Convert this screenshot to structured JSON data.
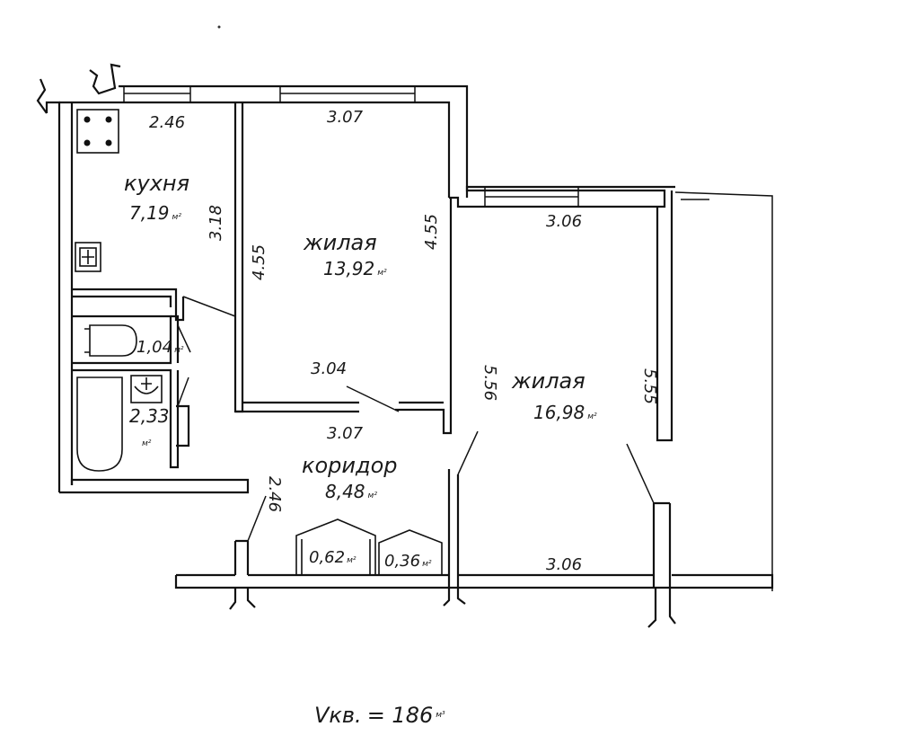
{
  "rooms": {
    "kitchen": {
      "name": "кухня",
      "area": "7,19",
      "unit": "м²"
    },
    "living1": {
      "name": "жилая",
      "area": "13,92",
      "unit": "м²"
    },
    "living2": {
      "name": "жилая",
      "area": "16,98",
      "unit": "м²"
    },
    "corridor": {
      "name": "коридор",
      "area": "8,48",
      "unit": "м²"
    },
    "toilet": {
      "area": "1,04",
      "unit": "м²"
    },
    "bathroom": {
      "area": "2,33",
      "unit": "м²"
    },
    "closet1": {
      "area": "0,62",
      "unit": "м²"
    },
    "closet2": {
      "area": "0,36",
      "unit": "м²"
    }
  },
  "dimensions": {
    "kitchen_width": "2.46",
    "kitchen_depth": "3.18",
    "living1_width_top": "3.07",
    "living1_height_left": "4.55",
    "living1_height_right": "4.55",
    "living1_inner": "3.04",
    "living1_width_bottom": "3.07",
    "living2_width_top": "3.06",
    "living2_height_left": "5.56",
    "living2_height_right": "5.55",
    "living2_width_bottom": "3.06",
    "corridor_side": "2.46"
  },
  "total_volume": {
    "label": "Vкв.",
    "value": "= 186",
    "unit": "м³"
  }
}
